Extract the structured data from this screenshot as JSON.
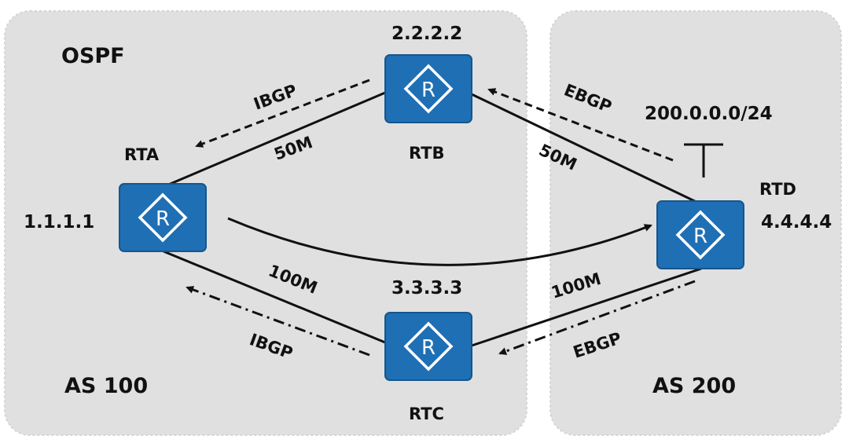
{
  "areas": {
    "as100": {
      "name": "AS 100",
      "igp": "OSPF"
    },
    "as200": {
      "name": "AS 200"
    }
  },
  "routers": {
    "rta": {
      "name": "RTA",
      "router_id": "1.1.1.1"
    },
    "rtb": {
      "name": "RTB",
      "router_id": "2.2.2.2"
    },
    "rtc": {
      "name": "RTC",
      "router_id": "3.3.3.3"
    },
    "rtd": {
      "name": "RTD",
      "router_id": "4.4.4.4"
    }
  },
  "links": {
    "rta_rtb": "50M",
    "rtb_rtd": "50M",
    "rta_rtc": "100M",
    "rtc_rtd": "100M"
  },
  "sessions": {
    "rtb_to_rta": "IBGP",
    "rtc_to_rta": "IBGP",
    "rtd_to_rtb": "EBGP",
    "rtd_to_rtc": "EBGP"
  },
  "prefix": "200.0.0.0/24",
  "router_icon_glyph": "R",
  "colors": {
    "area_fill": "#e0e0e0",
    "area_border": "#d0d0d0",
    "router_fill": "#1f6fb5",
    "router_border": "#16568c",
    "line": "#111111"
  }
}
